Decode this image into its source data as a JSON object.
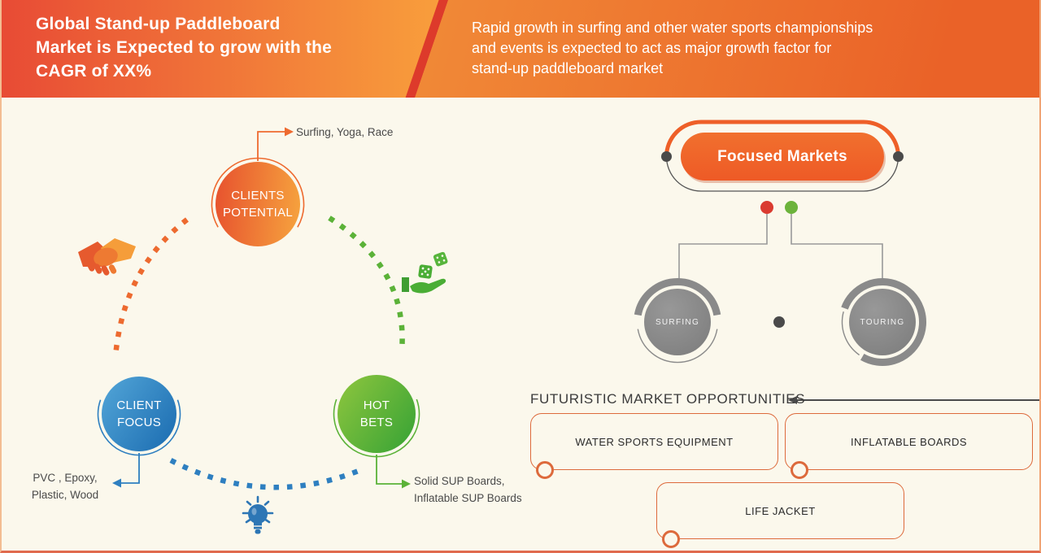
{
  "header": {
    "title": "Global Stand-up Paddleboard\nMarket is Expected to grow with the\nCAGR of XX%",
    "subtitle": "Rapid growth in surfing and other water sports championships\nand events is expected to act as major growth factor for\nstand-up paddleboard market"
  },
  "left_diagram": {
    "nodes": [
      {
        "id": "clients-potential",
        "label": "CLIENTS\nPOTENTIAL",
        "callout": "Surfing, Yoga, Race",
        "color": "#ee6a2f"
      },
      {
        "id": "client-focus",
        "label": "CLIENT\nFOCUS",
        "callout": "PVC , Epoxy,\nPlastic, Wood",
        "color": "#2e7fc0"
      },
      {
        "id": "hot-bets",
        "label": "HOT\nBETS",
        "callout": "Solid SUP Boards,\nInflatable SUP Boards",
        "color": "#5bb238"
      }
    ],
    "icons": {
      "handshake": "handshake-icon",
      "dice_hand": "hand-holding-dice-icon",
      "lightbulb": "lightbulb-icon"
    }
  },
  "right_diagram": {
    "root": "Focused Markets",
    "children": [
      "SURFING",
      "TOURING"
    ],
    "legend_dot_colors": [
      "#da3b30",
      "#6cb33b"
    ]
  },
  "opportunities": {
    "heading": "FUTURISTIC MARKET OPPORTUNITIES",
    "boxes": [
      "WATER SPORTS EQUIPMENT",
      "INFLATABLE BOARDS",
      "LIFE JACKET"
    ]
  },
  "colors": {
    "header_gradient_start": "#e84b35",
    "header_gradient_end": "#f9a23c",
    "header_right_orange": "#ea6228",
    "accent_orange": "#ee5f28",
    "blue": "#2e7fc0",
    "green": "#5bb238",
    "gray": "#8a8a8a",
    "background_cream": "#fbf8ec",
    "box_border_orange": "#dd6a3c"
  }
}
